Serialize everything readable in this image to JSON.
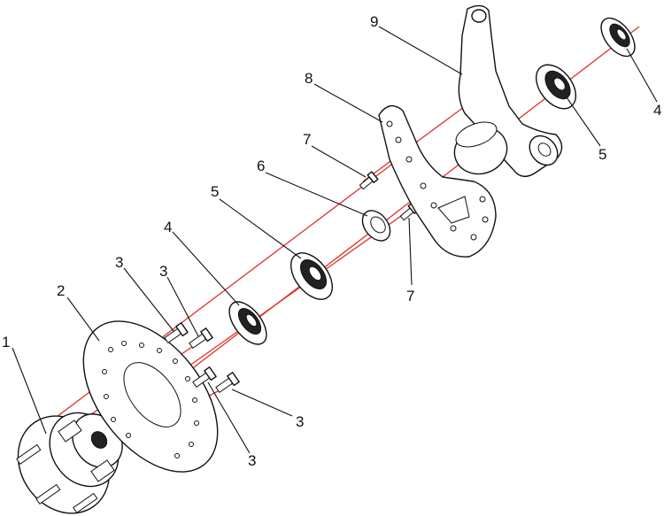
{
  "callouts": [
    {
      "id": "c1",
      "label": "1"
    },
    {
      "id": "c2",
      "label": "2"
    },
    {
      "id": "c3a",
      "label": "3"
    },
    {
      "id": "c3b",
      "label": "3"
    },
    {
      "id": "c3c",
      "label": "3"
    },
    {
      "id": "c3d",
      "label": "3"
    },
    {
      "id": "c4a",
      "label": "4"
    },
    {
      "id": "c4b",
      "label": "4"
    },
    {
      "id": "c5a",
      "label": "5"
    },
    {
      "id": "c5b",
      "label": "5"
    },
    {
      "id": "c6",
      "label": "6"
    },
    {
      "id": "c7a",
      "label": "7"
    },
    {
      "id": "c7b",
      "label": "7"
    },
    {
      "id": "c8",
      "label": "8"
    },
    {
      "id": "c9",
      "label": "9"
    }
  ],
  "colors": {
    "axis_line": "#e0302a",
    "outline": "#111111",
    "background": "#ffffff"
  }
}
